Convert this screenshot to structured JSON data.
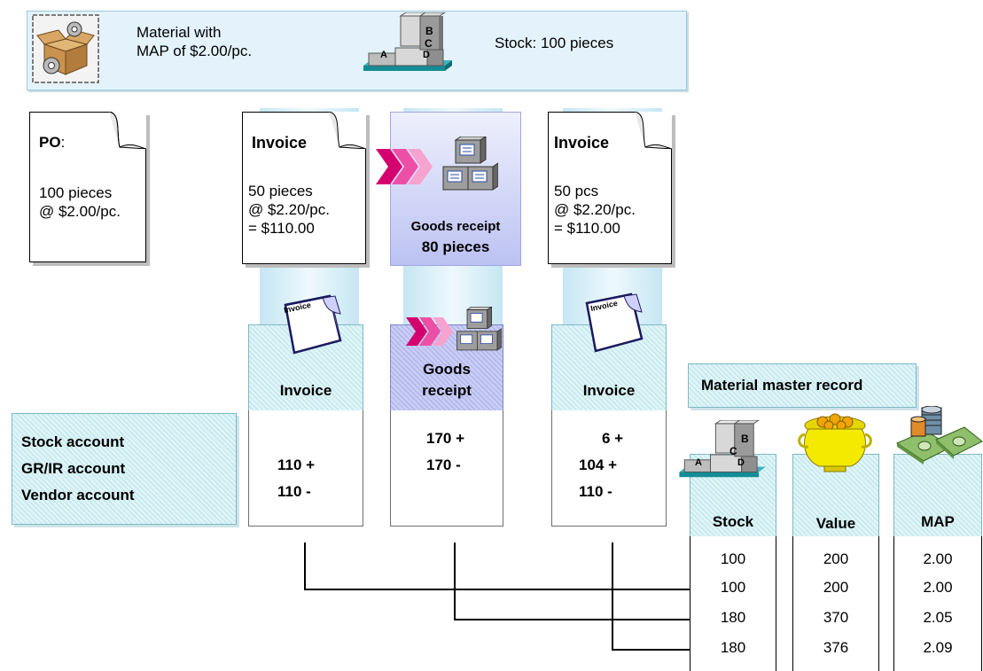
{
  "banner": {
    "material_text_1": "Material with",
    "material_text_2": "MAP of $2.00/pc.",
    "stock_text": "Stock: 100 pieces",
    "blocks": [
      "A",
      "B",
      "C",
      "D"
    ]
  },
  "po": {
    "title": "PO",
    "colon": ":",
    "line1": "100 pieces",
    "line2": "@ $2.00/pc."
  },
  "invoice1": {
    "title": "Invoice",
    "line1": "50 pieces",
    "line2": "@ $2.20/pc.",
    "line3": "= $110.00"
  },
  "goods_receipt_doc": {
    "line1": "Goods receipt",
    "line2": "80 pieces"
  },
  "invoice2": {
    "title": "Invoice",
    "line1": "50 pcs",
    "line2": "@ $2.20/pc.",
    "line3": "= $110.00"
  },
  "small_doc_label": "Invoice",
  "accounts": {
    "stock": "Stock account",
    "grir": "GR/IR account",
    "vendor": "Vendor account"
  },
  "postings": [
    {
      "header": "Invoice",
      "grir": "110 +",
      "vendor": "110 -"
    },
    {
      "header_1": "Goods",
      "header_2": "receipt",
      "stock": "170 +",
      "grir": "170 -"
    },
    {
      "header": "Invoice",
      "stock": "6 +",
      "grir": "104 +",
      "vendor": "110 -"
    }
  ],
  "material_master": {
    "title": "Material master record",
    "blocks": [
      "A",
      "B",
      "C",
      "D"
    ],
    "columns": [
      "Stock",
      "Value",
      "MAP"
    ],
    "rows": [
      [
        "100",
        "200",
        "2.00"
      ],
      [
        "100",
        "200",
        "2.00"
      ],
      [
        "180",
        "370",
        "2.05"
      ],
      [
        "180",
        "376",
        "2.09"
      ]
    ]
  },
  "colors": {
    "banner_bg": "#e4f3fb",
    "arrow_magenta": "#e0007a",
    "goods_receipt_blue": "#c9cdf4"
  }
}
